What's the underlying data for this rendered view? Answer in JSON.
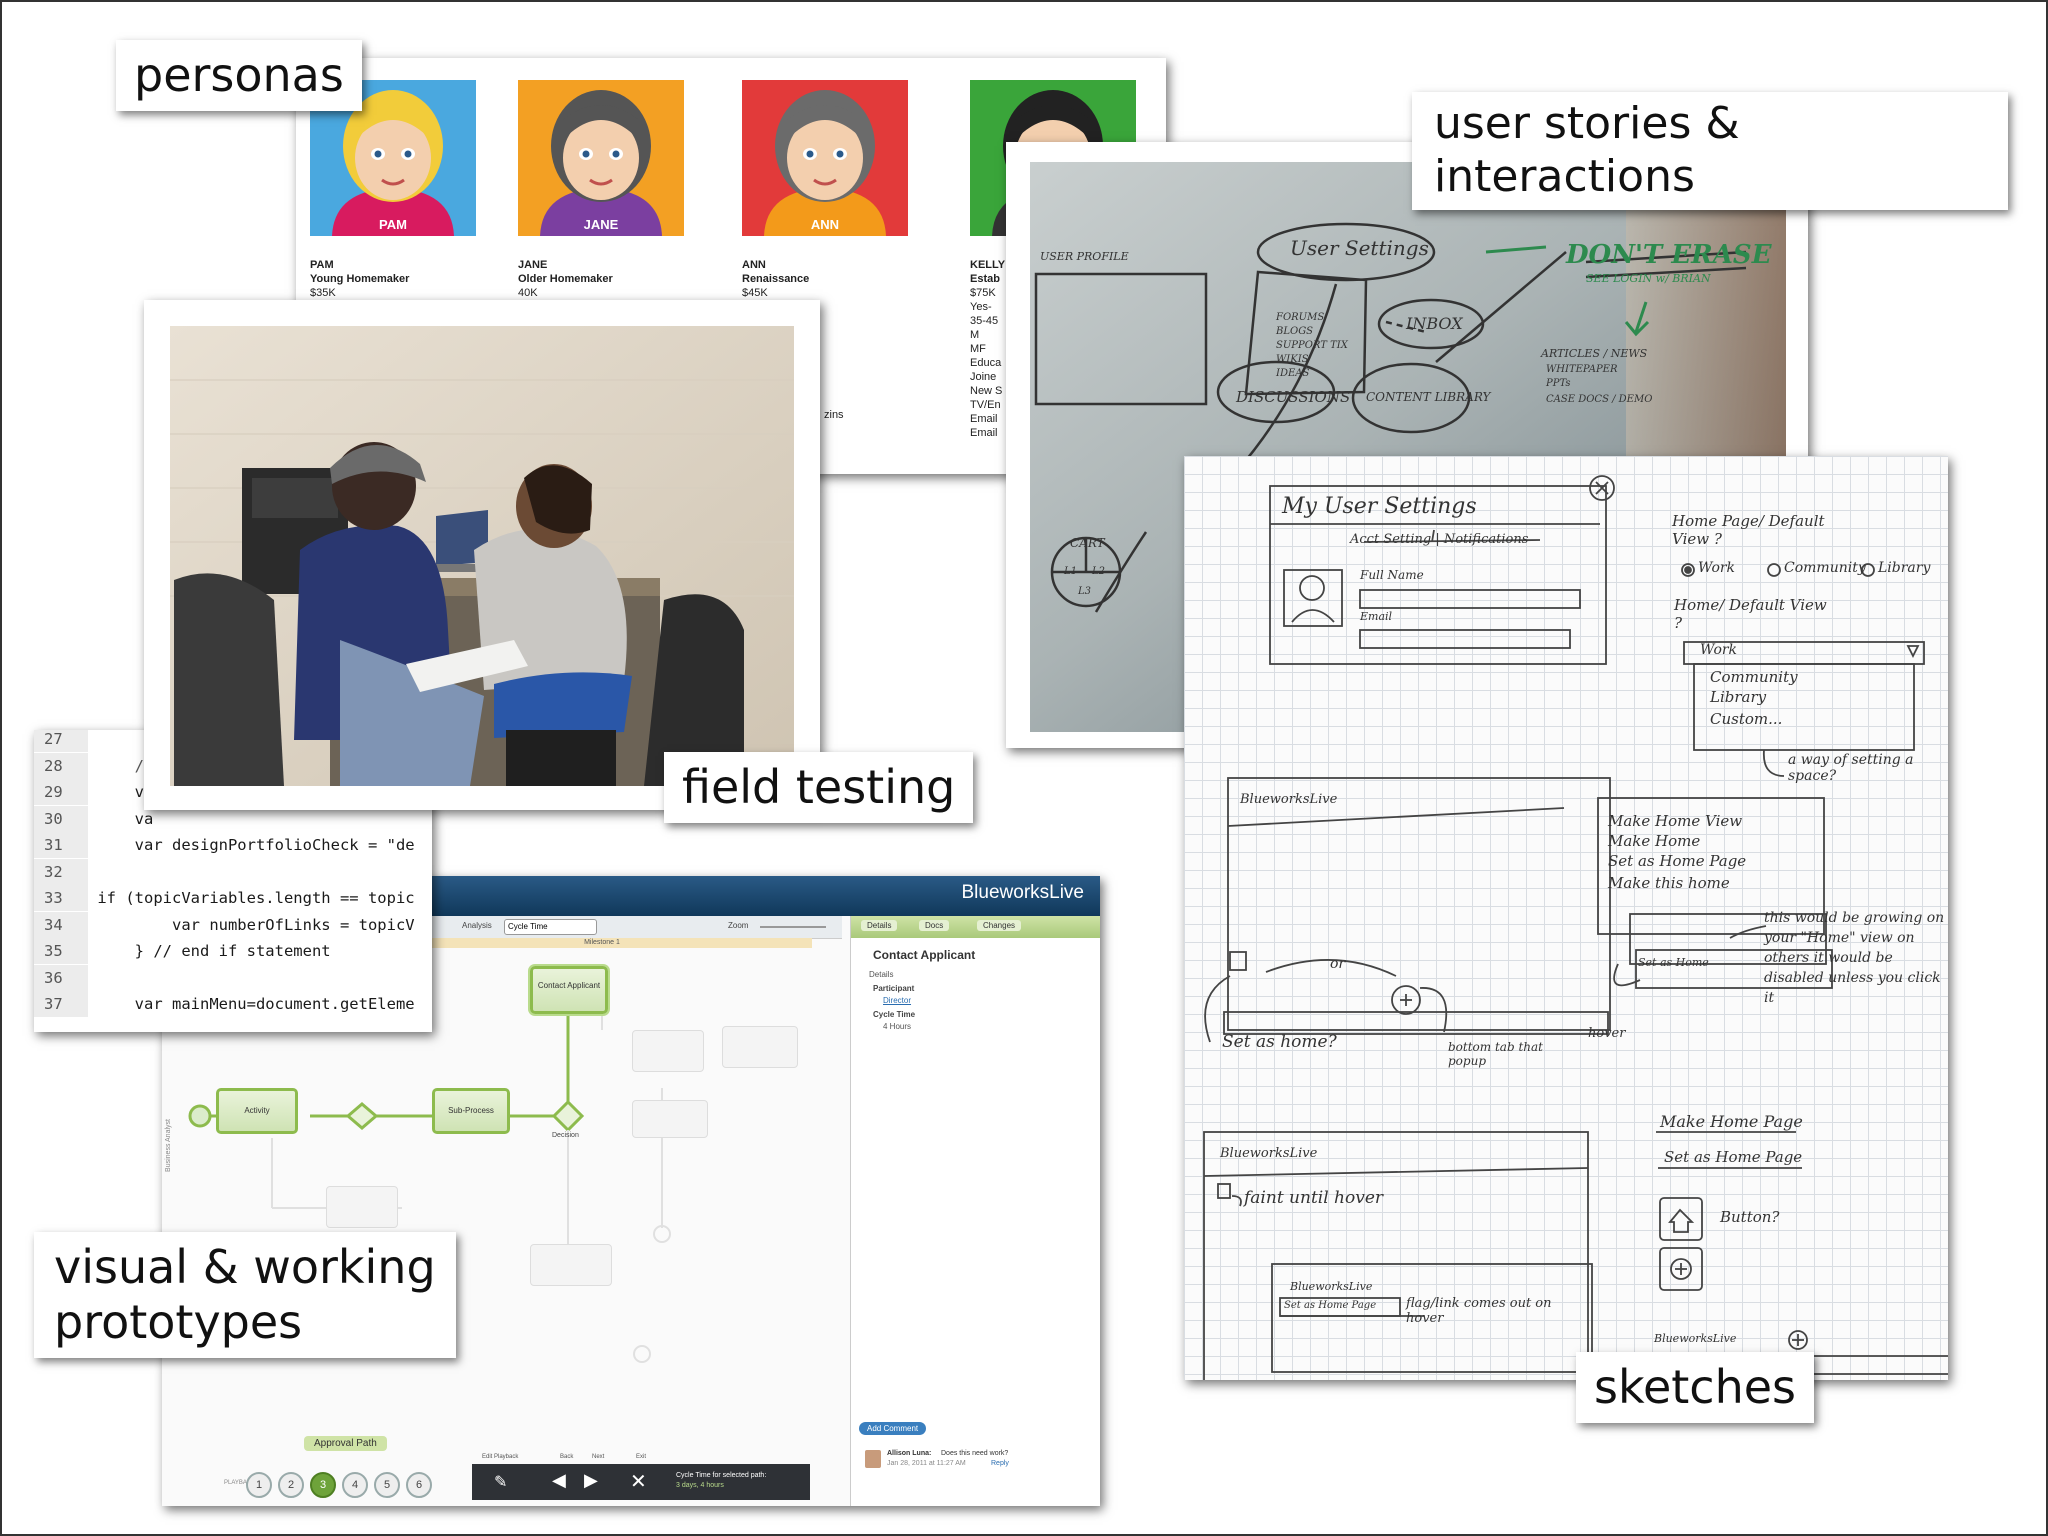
{
  "labels": {
    "personas": "personas",
    "user_stories": "user stories &\ninteractions",
    "field_testing": "field testing",
    "prototypes": "visual & working\nprototypes",
    "sketches": "sketches"
  },
  "personas": [
    {
      "name": "PAM",
      "role": "Young Homemaker",
      "income": "$35K",
      "bg": "#4aa8df",
      "hair": "#f2cc3a",
      "shirt": "#d81b5f",
      "badge": "PAM"
    },
    {
      "name": "JANE",
      "role": "Older Homemaker",
      "income": "40K",
      "bg": "#f3a023",
      "hair": "#555555",
      "shirt": "#7b3fa0",
      "badge": "JANE"
    },
    {
      "name": "ANN",
      "role": "Renaissance",
      "income": "$45K",
      "bg": "#e23a3a",
      "hair": "#6b6b6b",
      "shirt": "#f39a1a",
      "badge": "ANN"
    },
    {
      "name": "KELLY",
      "role": "Estab",
      "income": "$75K",
      "bg": "#3aa53a",
      "hair": "#222222",
      "shirt": "#333333",
      "badge": ""
    }
  ],
  "kelly_details": [
    "Yes-",
    "35-45",
    "M",
    "MF",
    "Educa",
    "Joine",
    "New S",
    "TV/En",
    "Email",
    "Email"
  ],
  "jane_fragments": [
    "zins"
  ],
  "code": {
    "lines": [
      {
        "n": "27",
        "t": ""
      },
      {
        "n": "28",
        "t": "    /*"
      },
      {
        "n": "29",
        "t": "    va"
      },
      {
        "n": "30",
        "t": "    va"
      },
      {
        "n": "31",
        "t": "    var designPortfolioCheck = \"de"
      },
      {
        "n": "32",
        "t": ""
      },
      {
        "n": "33",
        "t": "if (topicVariables.length == topic"
      },
      {
        "n": "34",
        "t": "        var numberOfLinks = topicV"
      },
      {
        "n": "35",
        "t": "    } // end if statement"
      },
      {
        "n": "36",
        "t": ""
      },
      {
        "n": "37",
        "t": "    var mainMenu=document.getEleme"
      }
    ]
  },
  "blueworks": {
    "logo": "BlueworksLive",
    "analysis_label": "Analysis",
    "analysis_value": "Cycle Time",
    "zoom_label": "Zoom",
    "milestone": "Milestone 1",
    "tabs": [
      "Details",
      "Docs",
      "Changes"
    ],
    "panel_title": "Contact Applicant",
    "details_header": "Details",
    "participant_label": "Participant",
    "participant_value": "Director",
    "cycle_label": "Cycle Time",
    "cycle_value": "4 Hours",
    "add_comment": "Add Comment",
    "comment_author": "Allison Luna:",
    "comment_text": "Does this need work?",
    "comment_date": "Jan 28, 2011 at 11:27 AM",
    "comment_reply": "Reply",
    "nodes": {
      "activity": "Activity",
      "subprocess": "Sub-Process",
      "contact": "Contact Applicant",
      "decision": "Decision"
    },
    "approval_path": "Approval Path",
    "playback_label": "PLAYBACK",
    "steps": [
      "1",
      "2",
      "3",
      "4",
      "5",
      "6"
    ],
    "player_labels": [
      "Edit Playback",
      "Back",
      "Next",
      "Exit"
    ],
    "cycle_time_selected": "Cycle Time for selected path:",
    "cycle_time_value": "3 days, 4 hours",
    "swimlane": "Business Analyst"
  },
  "whiteboard": {
    "texts": [
      "User Settings",
      "DON'T ERASE",
      "SEE LOGIN w/ BRIAN",
      "INBOX",
      "CONTENT LIBRARY",
      "DISCUSSIONS",
      "USER PROFILE",
      "ARTICLES / NEWS",
      "WHITEPAPER",
      "PPTs",
      "CASE DOCS / DEMO",
      "FORUMS",
      "BLOGS",
      "SUPPORT TIX",
      "WIKIS",
      "IDEAS",
      "CART",
      "L1",
      "L2",
      "L3"
    ]
  },
  "sketch": {
    "texts": [
      "My User Settings",
      "Acct Setting | Notifications",
      "Full Name",
      "Email",
      "Home Page/ Default View ?",
      "Work",
      "Community",
      "Library",
      "Home/ Default View ?",
      "Work",
      "Community",
      "Library",
      "Custom...",
      "a way of setting a space?",
      "BlueworksLive",
      "Make Home View",
      "Make Home",
      "Set as Home Page",
      "Make this home",
      "this would be growing on your \"Home\" view on others it would be disabled unless you click it",
      "Set as Home",
      "hover",
      "bottom tab that popup",
      "or",
      "Set as home?",
      "Make Home Page",
      "Set as Home Page",
      "Button?",
      "BlueworksLive",
      "faint until hover",
      "BlueworksLive",
      "Set as Home Page",
      "flag/link comes out on hover",
      "BlueworksLive"
    ]
  }
}
